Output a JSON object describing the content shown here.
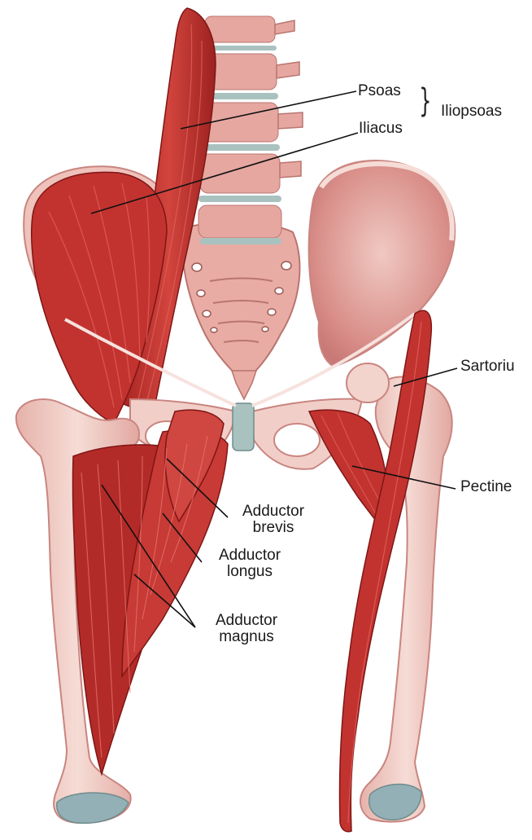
{
  "labels": {
    "psoas": "Psoas",
    "iliacus": "Iliacus",
    "iliopsoas": "Iliopsoas",
    "sartorius": "Sartoriu",
    "pectineus": "Pectine",
    "adductor_brevis_1": "Adductor",
    "adductor_brevis_2": "brevis",
    "adductor_longus_1": "Adductor",
    "adductor_longus_2": "longus",
    "adductor_magnus_1": "Adductor",
    "adductor_magnus_2": "magnus"
  },
  "colors": {
    "muscle": "#c2332f",
    "muscle_dark": "#8e1d1d",
    "muscle_light": "#e0605a",
    "bone": "#f1cfc8",
    "bone_shade": "#d99a93",
    "disc": "#a9c2c0",
    "cartilage": "#93b0b6",
    "leader": "#111111"
  }
}
